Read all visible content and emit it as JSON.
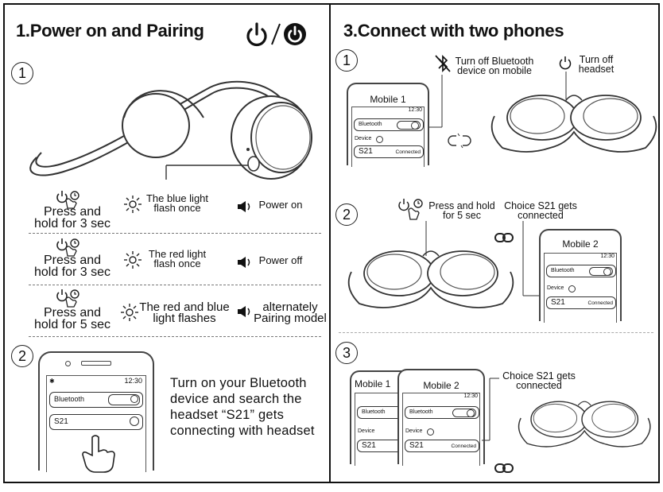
{
  "left": {
    "title": "1.Power on and Pairing",
    "step1_num": "1",
    "step2_num": "2",
    "rows": [
      {
        "action": "Press and hold for 3 sec",
        "light": "The blue light flash once",
        "sound": "Power on"
      },
      {
        "action": "Press and hold for 3 sec",
        "light": "The red light flash once",
        "sound": "Power off"
      },
      {
        "action": "Press and hold for 5 sec",
        "light": "The red and blue light flashes",
        "sound": "alternately Pairing model"
      }
    ],
    "phone": {
      "time": "12:30",
      "bluetooth": "Bluetooth",
      "device": "S21"
    },
    "instruction": "Turn on your Bluetooth device and search the headset “S21” gets connecting with headset"
  },
  "right": {
    "title": "3.Connect with two phones",
    "steps": [
      "1",
      "2",
      "3"
    ],
    "step1": {
      "turn_off_bt": "Turn off Bluetooth device on mobile",
      "turn_off_headset": "Turn off headset",
      "mobile": "Mobile 1",
      "time": "12:30",
      "bluetooth": "Bluetooth",
      "device_label": "Device",
      "device": "S21",
      "status": "Connected"
    },
    "step2": {
      "press": "Press and hold for 5 sec",
      "choice": "Choice S21 gets connected",
      "mobile": "Mobile 2",
      "time": "12:30",
      "bluetooth": "Bluetooth",
      "device_label": "Device",
      "device": "S21",
      "status": "Connected"
    },
    "step3": {
      "choice": "Choice S21 gets connected",
      "mobile1": "Mobile 1",
      "mobile2": "Mobile 2",
      "time": "12:30",
      "bluetooth": "Bluetooth",
      "device_label": "Device",
      "device": "S21",
      "status": "Connected"
    }
  },
  "icons": [
    "power-icon",
    "power-button-icon",
    "bluetooth-off-icon",
    "light-flash-icon",
    "speaker-icon",
    "press-hand-icon",
    "link-icon",
    "unlink-icon",
    "headset-illustration"
  ]
}
